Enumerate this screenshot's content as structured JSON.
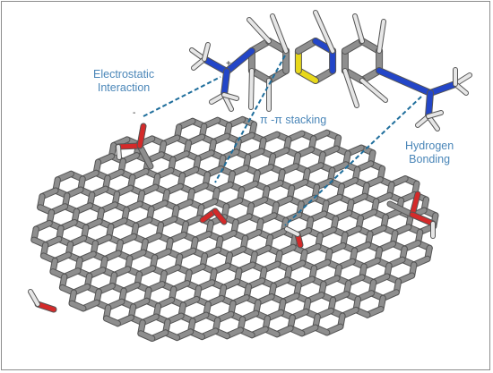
{
  "labels": {
    "electrostatic_line1": "Electrostatic",
    "electrostatic_line2": "Interaction",
    "pi_stacking": "π -π stacking",
    "hydrogen_line1": "Hydrogen",
    "hydrogen_line2": "Bonding"
  },
  "charges": {
    "positive": "+",
    "negative": "-"
  },
  "colors": {
    "carbon": "#8e8e8e",
    "oxygen": "#d42a2a",
    "nitrogen": "#2346c8",
    "sulfur": "#e8d81a",
    "hydrogen": "#e6e6e6",
    "label": "#4a86b8",
    "dashed_line": "#1f6e9c"
  }
}
